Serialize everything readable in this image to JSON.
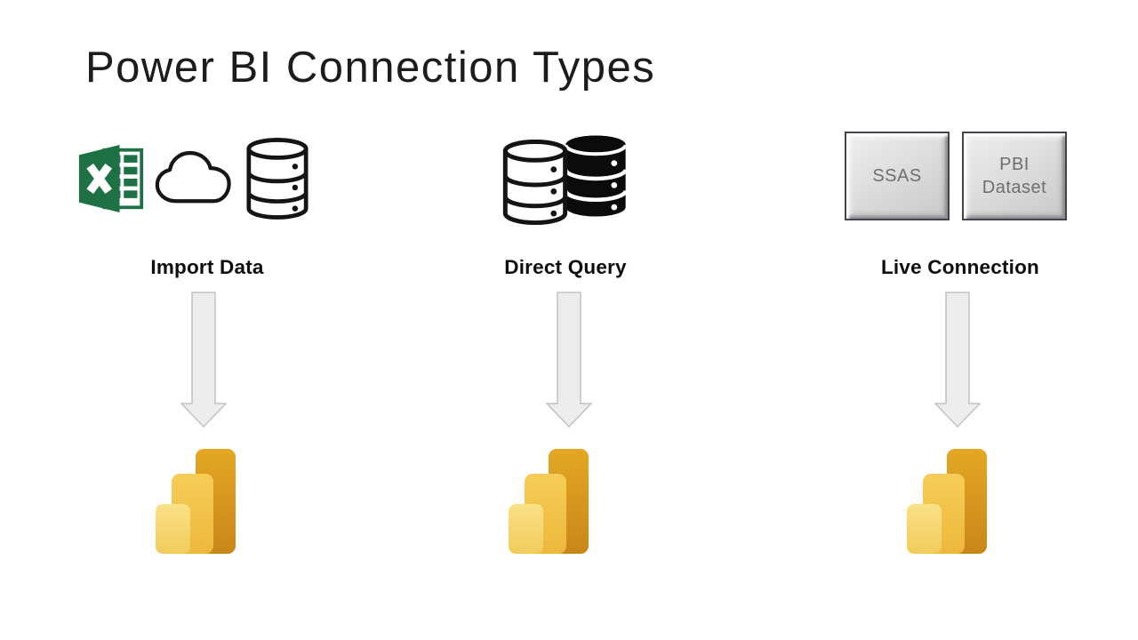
{
  "slide": {
    "title": "Power BI Connection Types"
  },
  "columns": [
    {
      "label": "Import Data",
      "icons": [
        "excel-icon",
        "cloud-icon",
        "database-outline-icon"
      ]
    },
    {
      "label": "Direct Query",
      "icons": [
        "database-outline-icon",
        "database-filled-icon"
      ]
    },
    {
      "label": "Live Connection",
      "boxes": [
        "SSAS",
        "PBI Dataset"
      ]
    }
  ],
  "colors": {
    "excel_green": "#1E7145",
    "icon_stroke": "#141414",
    "arrow_fill": "#ededed",
    "arrow_border": "#c2c2c2",
    "live_box_fill": "#d9d9d9",
    "live_box_text": "#6e6e6e",
    "pbi_bar_dark_top": "#E4A824",
    "pbi_bar_dark_bottom": "#C9861A",
    "pbi_bar_mid": "#F2C44C",
    "pbi_bar_light": "#F8DC78"
  }
}
